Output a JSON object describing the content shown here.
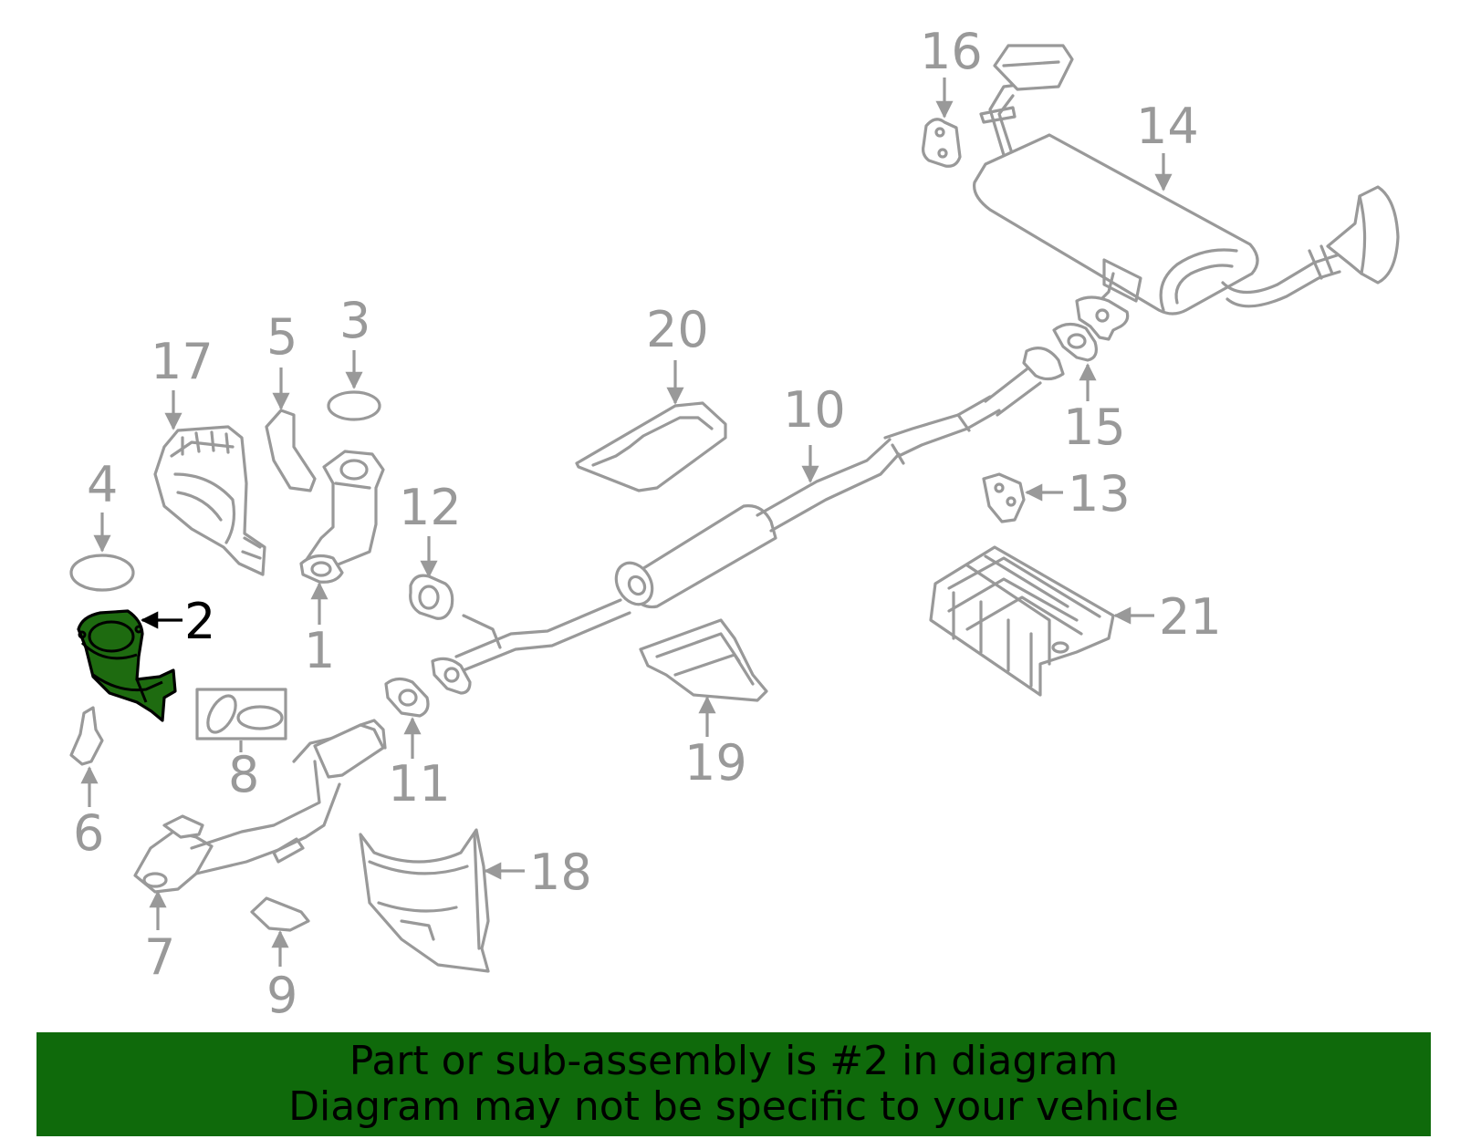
{
  "diagram": {
    "highlighted_part": "2",
    "highlight_color": "#1e6b10",
    "line_color": "#999999",
    "callouts": [
      "1",
      "2",
      "3",
      "4",
      "5",
      "6",
      "7",
      "8",
      "9",
      "10",
      "11",
      "12",
      "13",
      "14",
      "15",
      "16",
      "17",
      "18",
      "19",
      "20",
      "21"
    ]
  },
  "banner": {
    "background": "#0f6a0b",
    "line1": "Part or sub-assembly is #2 in diagram",
    "line2": "Diagram may not be specific to your vehicle"
  }
}
